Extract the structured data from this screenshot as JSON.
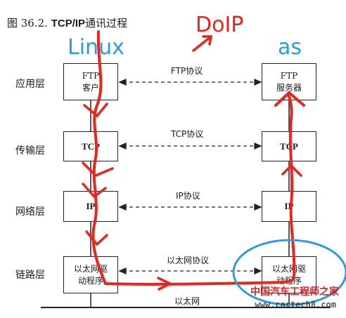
{
  "figure": {
    "number": "图 36.2.",
    "title_prefix": "TCP/IP",
    "title_suffix": "通讯过程"
  },
  "annotations": {
    "doip": "DoIP",
    "linux": "Linux",
    "as": "as",
    "colors": {
      "red": "#e8261c",
      "blue": "#2d9be0"
    }
  },
  "layers": [
    "应用层",
    "传输层",
    "网络层",
    "链路层"
  ],
  "left_stack": {
    "app": [
      "FTP",
      "客户"
    ],
    "transport": "TCP",
    "network": "IP",
    "link": [
      "以太网驱",
      "动程序"
    ]
  },
  "right_stack": {
    "app": [
      "FTP",
      "服务器"
    ],
    "transport": "TCP",
    "network": "IP",
    "link": [
      "以太网驱",
      "动程序"
    ]
  },
  "protocols": [
    "FTP协议",
    "TCP协议",
    "IP协议",
    "以太网协议"
  ],
  "bus_label": "以太网",
  "watermark": {
    "line1": "中国汽车工程师之家",
    "line2": "www.cartech8.com"
  }
}
